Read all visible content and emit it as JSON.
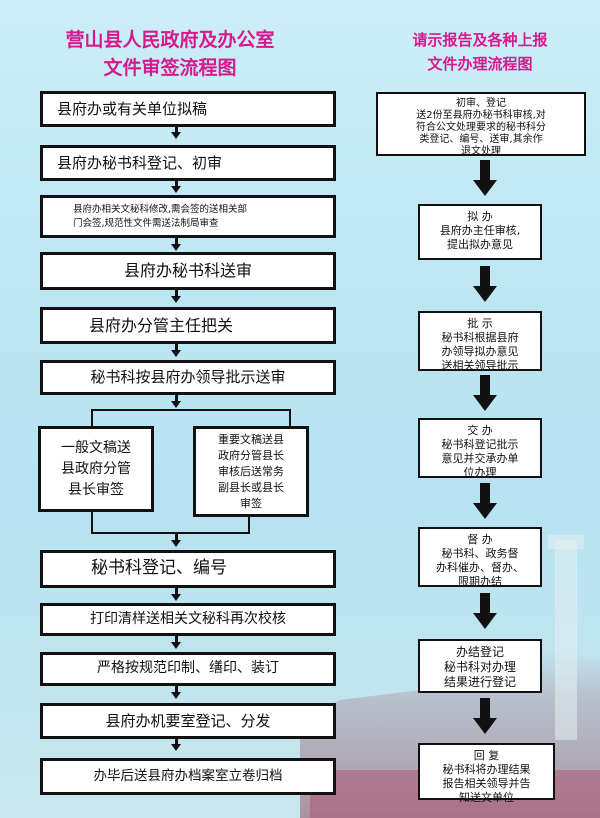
{
  "left": {
    "title_line1": "营山县人民政府及办公室",
    "title_line2": "文件审签流程图",
    "steps": [
      "县府办或有关单位拟稿",
      "县府办秘书科登记、初审",
      "县府办相关文秘科修改,需会签的送相关部\n门会签,规范性文件需送法制局审查",
      "县府办秘书科送审",
      "县府办分管主任把关",
      "秘书科按县府办领导批示送审"
    ],
    "branch_left": "一般文稿送\n县政府分管\n县长审签",
    "branch_right": "重要文稿送县\n政府分管县长\n审核后送常务\n副县长或县长\n审签",
    "steps_after": [
      "秘书科登记、编号",
      "打印清样送相关文秘科再次校核",
      "严格按规范印制、缮印、装订",
      "县府办机要室登记、分发",
      "办毕后送县府办档案室立卷归档"
    ]
  },
  "right": {
    "title_line1": "请示报告及各种上报",
    "title_line2": "文件办理流程图",
    "steps": [
      {
        "head": "初审、登记",
        "body": "送2份至县府办秘书科审核,对\n符合公文处理要求的秘书科分\n类登记、编号、送审,其余作\n退文处理"
      },
      {
        "head": "拟  办",
        "body": "县府办主任审核,\n提出拟办意见"
      },
      {
        "head": "批  示",
        "body": "秘书科根据县府\n办领导拟办意见\n送相关领导批示"
      },
      {
        "head": "交  办",
        "body": "秘书科登记批示\n意见并交承办单\n位办理"
      },
      {
        "head": "督  办",
        "body": "秘书科、政务督\n办科催办、督办、\n限期办结"
      },
      {
        "head": "办结登记",
        "body": "秘书科对办理\n结果进行登记"
      },
      {
        "head": "回  复",
        "body": "秘书科将办理结果\n报告相关领导并告\n知送文单位"
      }
    ]
  },
  "colors": {
    "title": "#d6198d",
    "border": "#111111",
    "box_fill": "#ffffff"
  }
}
